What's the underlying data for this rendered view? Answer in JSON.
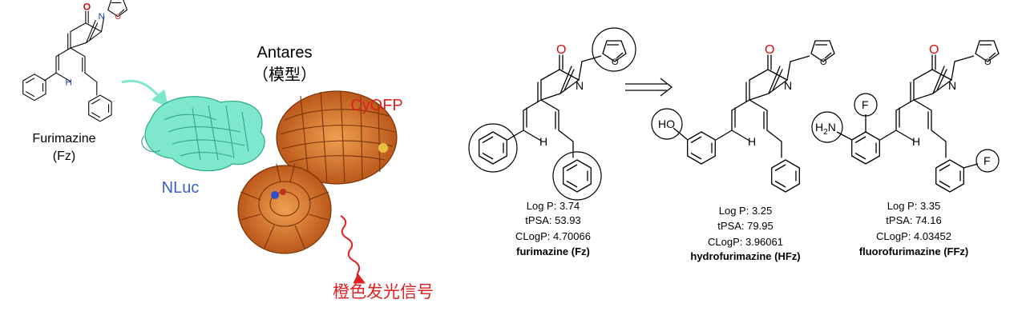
{
  "left_panel": {
    "substrate_name": "Furimazine",
    "substrate_abbr": "(Fz)",
    "complex_title": "Antares",
    "complex_subtitle": "（模型）",
    "nluc_label": "NLuc",
    "cyofp_label": "CyOFP",
    "emission_label": "橙色发光信号",
    "colors": {
      "nluc": "#7de8cc",
      "cyofp": "#d2691e",
      "nluc_text": "#3a5fc8",
      "cyofp_text": "#e02020",
      "emission": "#e02020"
    }
  },
  "atoms": {
    "O": "O",
    "N": "N",
    "NH": "H",
    "HO": "HO",
    "H2N": "H",
    "N2": "N",
    "F": "F"
  },
  "compounds": [
    {
      "logp": "Log P: 3.74",
      "tpsa": "tPSA: 53.93",
      "clogp": "CLogP: 4.70066",
      "name": "furimazine (Fz)"
    },
    {
      "logp": "Log P: 3.25",
      "tpsa": "tPSA: 79.95",
      "clogp": "CLogP: 3.96061",
      "name": "hydrofurimazine (HFz)"
    },
    {
      "logp": "Log P: 3.35",
      "tpsa": "tPSA: 74.16",
      "clogp": "CLogP: 4.03452",
      "name": "fluorofurimazine (FFz)"
    }
  ]
}
